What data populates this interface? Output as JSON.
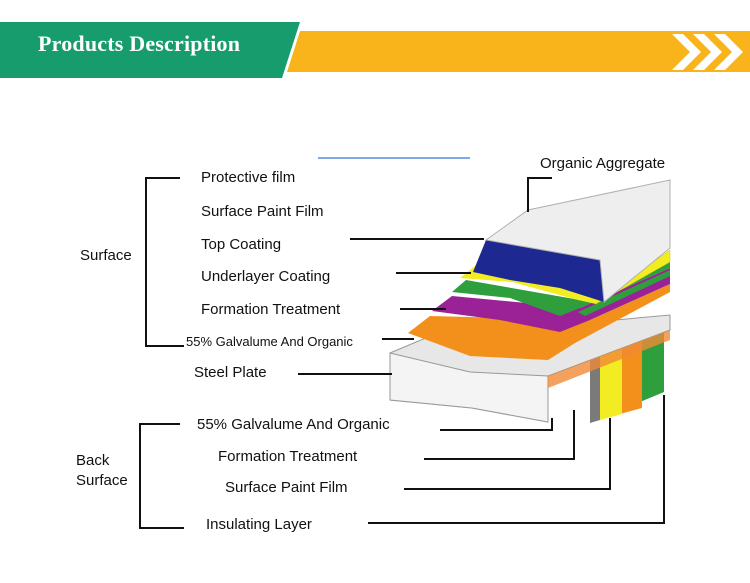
{
  "header": {
    "title": "Products Description"
  },
  "groups": {
    "surface": "Surface",
    "back_surface_line1": "Back",
    "back_surface_line2": "Surface"
  },
  "surface_layers": [
    "Protective film",
    "Surface Paint Film",
    "Top Coating",
    "Underlayer Coating",
    "Formation Treatment",
    "55% Galvalume And Organic"
  ],
  "core": {
    "steel_plate": "Steel Plate",
    "organic_aggregate": "Organic Aggregate"
  },
  "back_layers": [
    "55% Galvalume And Organic",
    "Formation Treatment",
    "Surface Paint Film",
    "Insulating Layer"
  ],
  "colors": {
    "banner_green": "#179c6e",
    "banner_yellow": "#f8b41a",
    "top_white": "#eeeeee",
    "blue": "#1d2990",
    "yellow": "#f2ec22",
    "green": "#2f9e3c",
    "purple": "#9a2196",
    "orange": "#f3901b",
    "steel": "#e7e7e7"
  }
}
